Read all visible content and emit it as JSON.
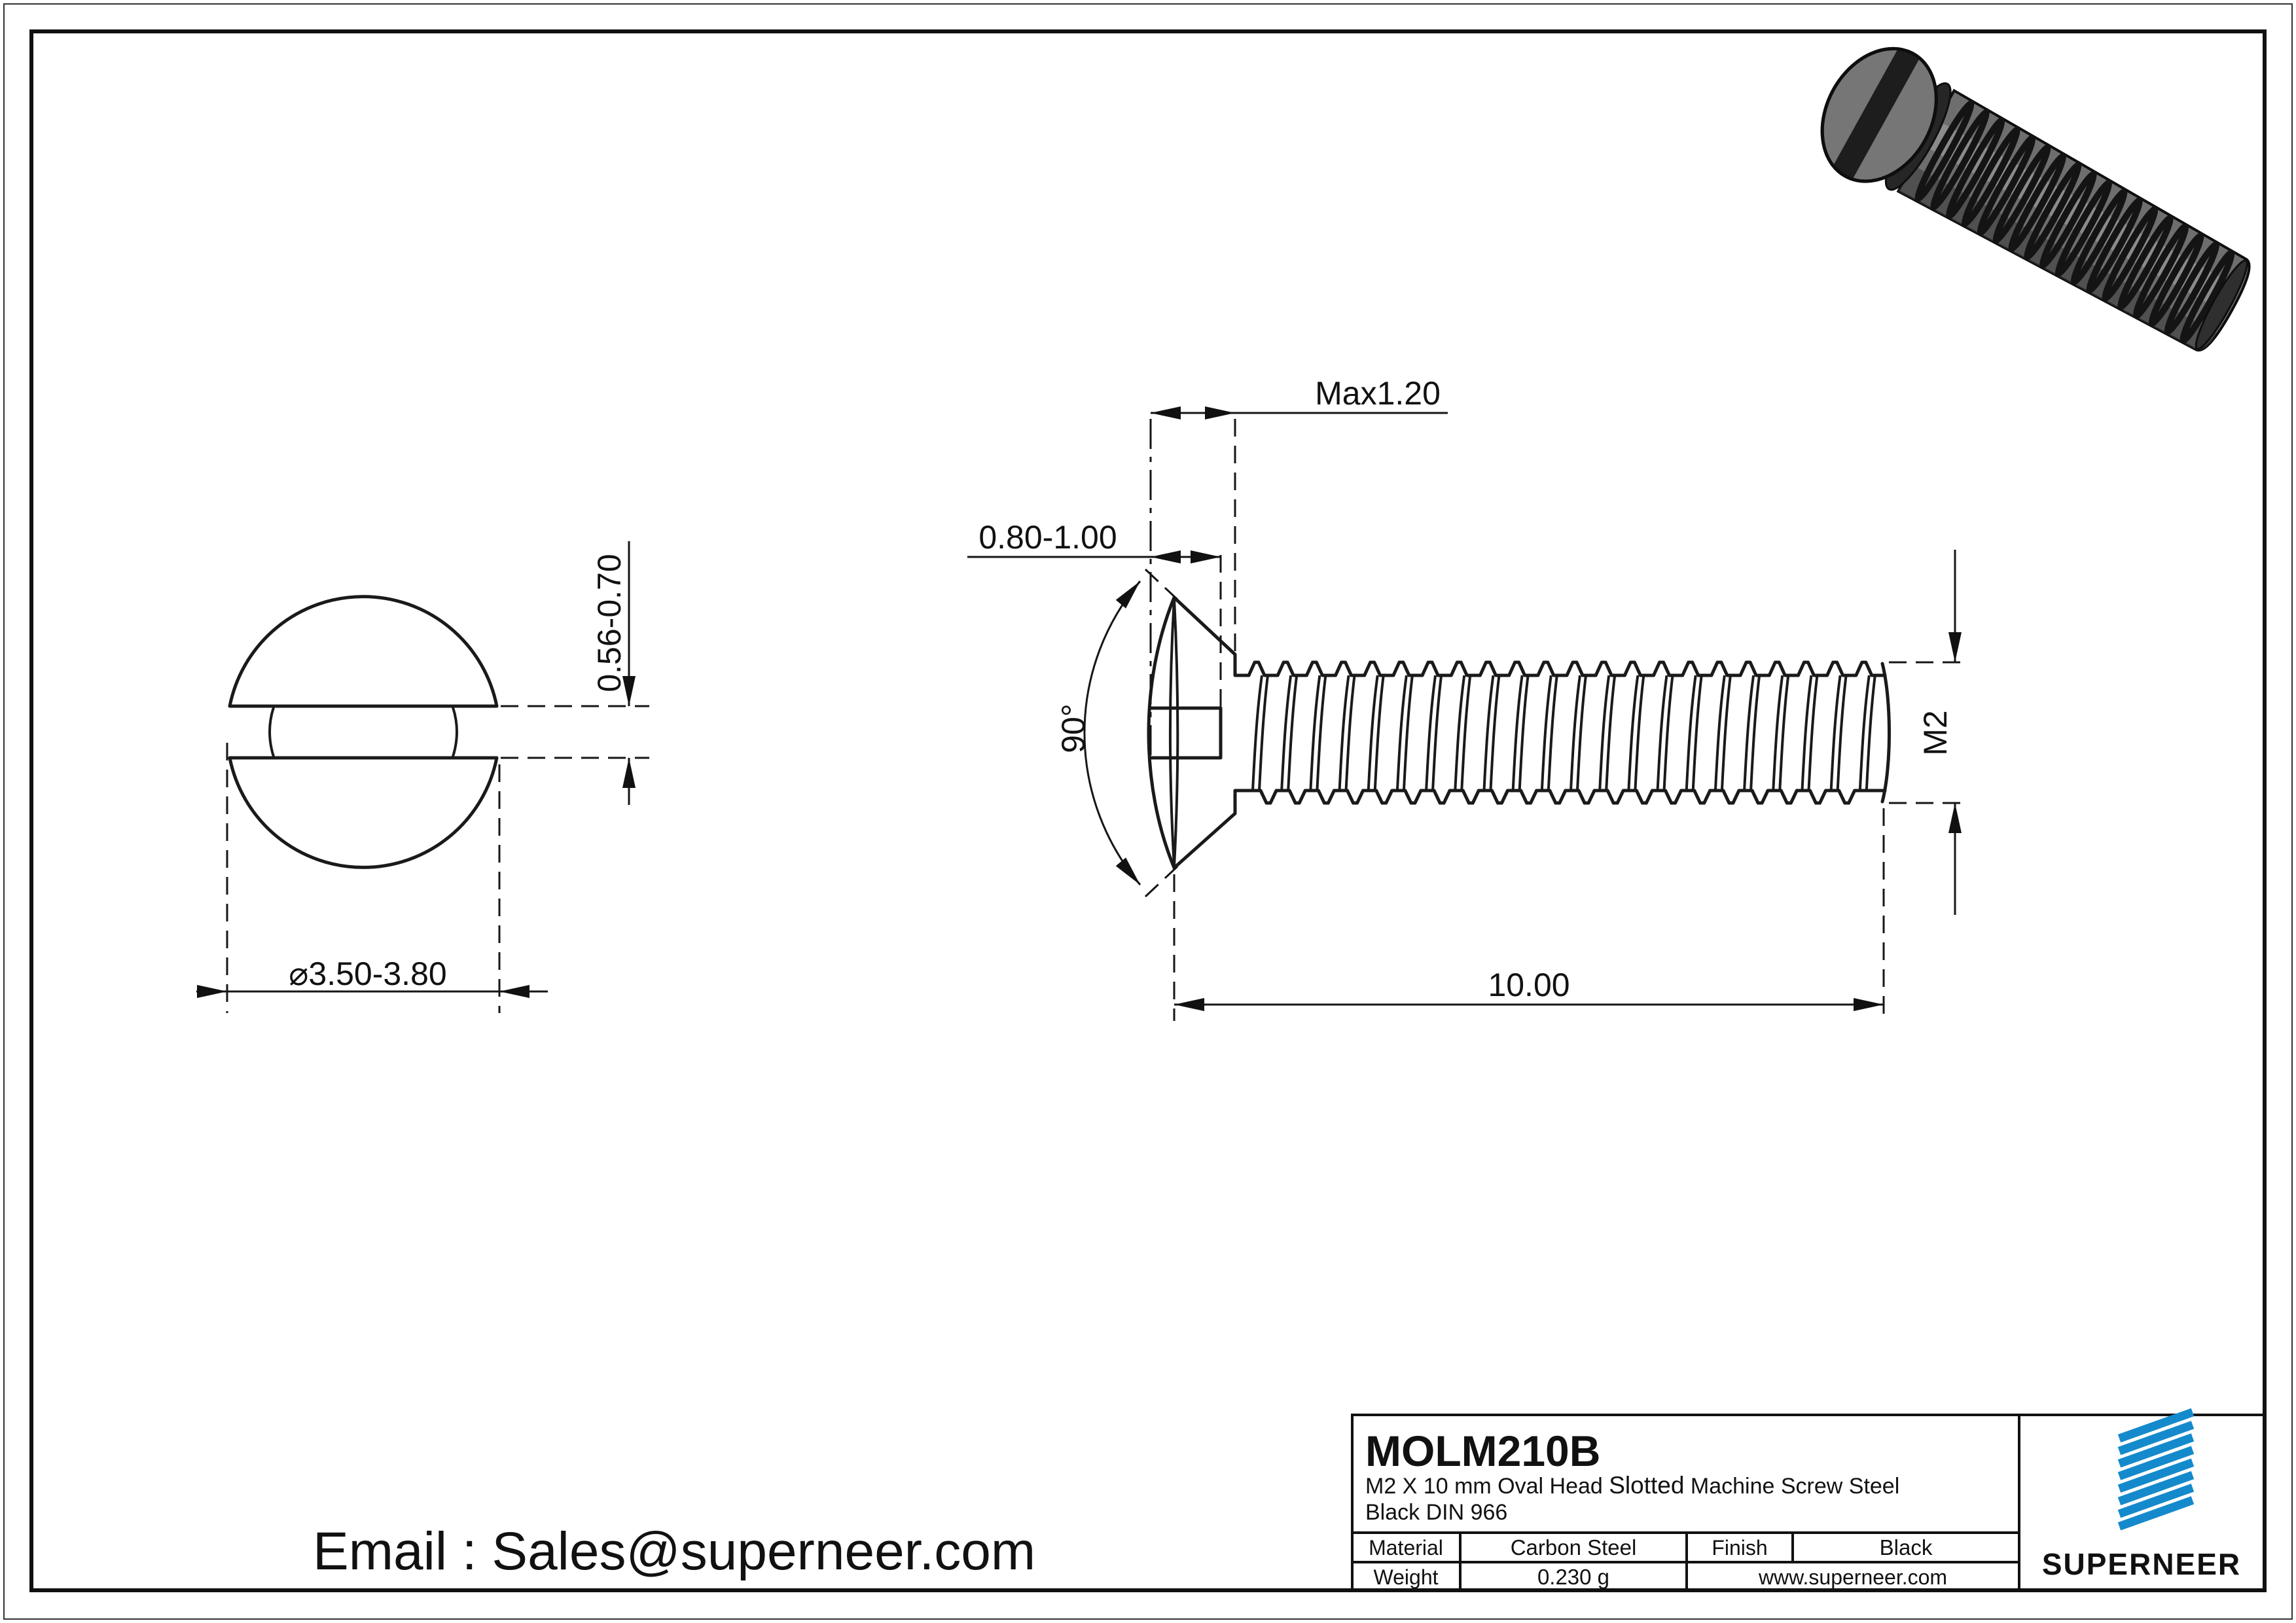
{
  "page": {
    "background": "#ffffff",
    "line_color": "#1a1a1a",
    "accent_blue": "#148acc"
  },
  "views": {
    "front": {
      "slot_width_dim": "0.56-0.70",
      "head_diameter_dim": "⌀3.50-3.80"
    },
    "side": {
      "head_height_dim": "Max1.20",
      "cone_height_dim": "0.80-1.00",
      "cone_angle_dim": "90°",
      "thread_dim": "M2",
      "length_dim": "10.00"
    }
  },
  "email_line": "Email : Sales@superneer.com",
  "title_block": {
    "part_number": "MOLM210B",
    "description_pre": "M2 X 10 mm  Oval Head ",
    "description_slotted": "Slotted",
    "description_post": " Machine Screw Steel",
    "description_line2": "Black DIN 966",
    "material_label": "Material",
    "material_value": "Carbon Steel",
    "finish_label": "Finish",
    "finish_value": "Black",
    "weight_label": "Weight",
    "weight_value": "0.230 g",
    "website": "www.superneer.com",
    "brand": "SUPERNEER"
  },
  "render_3d": {
    "body_color": "#6e6e6e",
    "ring_color": "#141414",
    "head_color": "#767676",
    "slot_color": "#1d1d1d",
    "highlight_color": "#a8a8a8",
    "tip_color": "#2f2f2f"
  }
}
